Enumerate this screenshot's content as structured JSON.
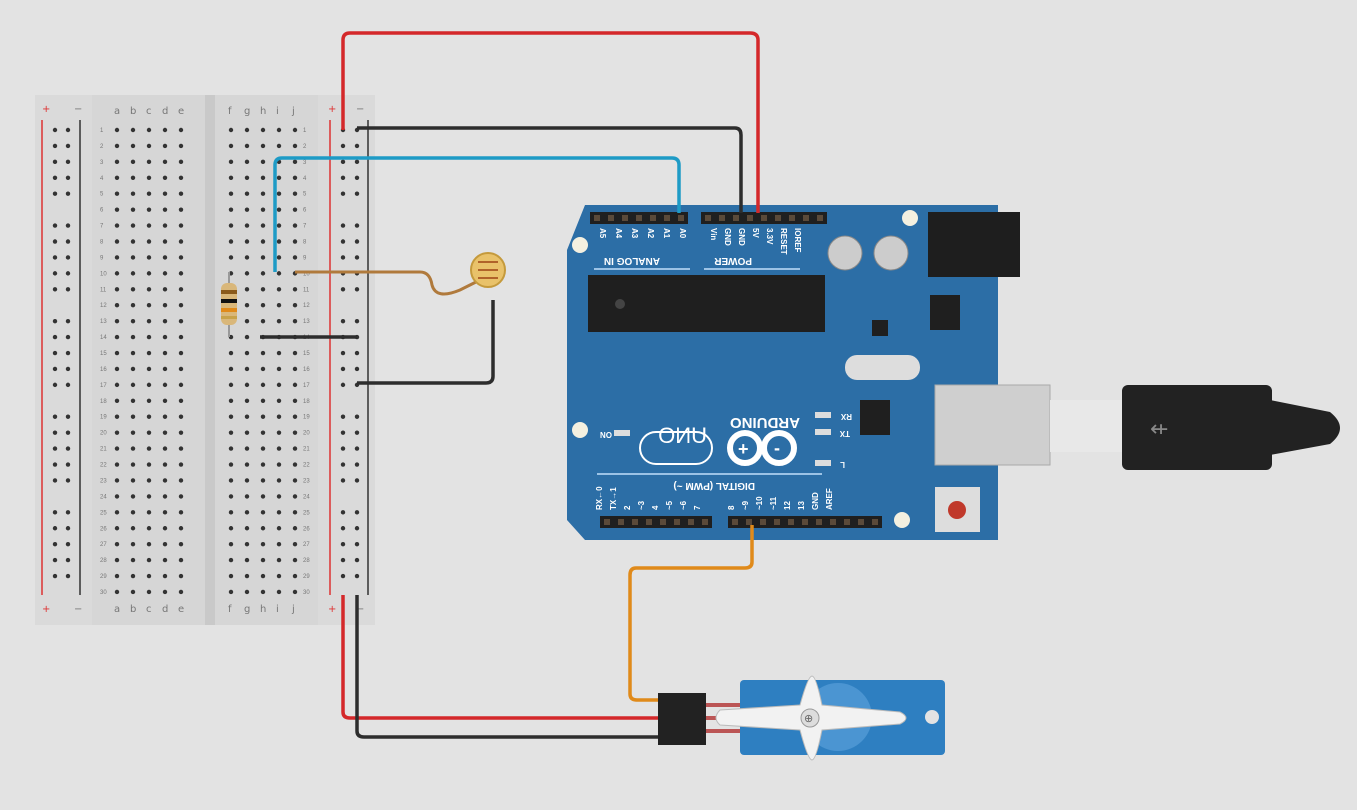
{
  "breadboard": {
    "rail_plus": "+",
    "rail_minus": "−",
    "left_letters": [
      "a",
      "b",
      "c",
      "d",
      "e"
    ],
    "right_letters": [
      "f",
      "g",
      "h",
      "i",
      "j"
    ],
    "row_count": 30
  },
  "arduino": {
    "brand": "ARDUINO",
    "model": "UNO",
    "on_label": "ON",
    "tx_label": "TX",
    "rx_label": "RX",
    "l_label": "L",
    "analog_header": "ANALOG IN",
    "analog_pins": [
      "A5",
      "A4",
      "A3",
      "A2",
      "A1",
      "A0"
    ],
    "power_header": "POWER",
    "power_pins": [
      "Vin",
      "GND",
      "GND",
      "5V",
      "3.3V",
      "RESET",
      "IOREF"
    ],
    "digital_header": "DIGITAL (PWM ~)",
    "digital_pins": [
      "RX←0",
      "TX→1",
      "2",
      "~3",
      "4",
      "~5",
      "~6",
      "7",
      "8",
      "~9",
      "~10",
      "~11",
      "12",
      "13",
      "GND",
      "AREF"
    ]
  },
  "colors": {
    "board": "#2c6ea6",
    "wire_red": "#d4282a",
    "wire_black": "#2d2d2d",
    "wire_blue": "#1e9bc6",
    "wire_orange": "#e08a1a",
    "servo": "#2e7fc1"
  }
}
